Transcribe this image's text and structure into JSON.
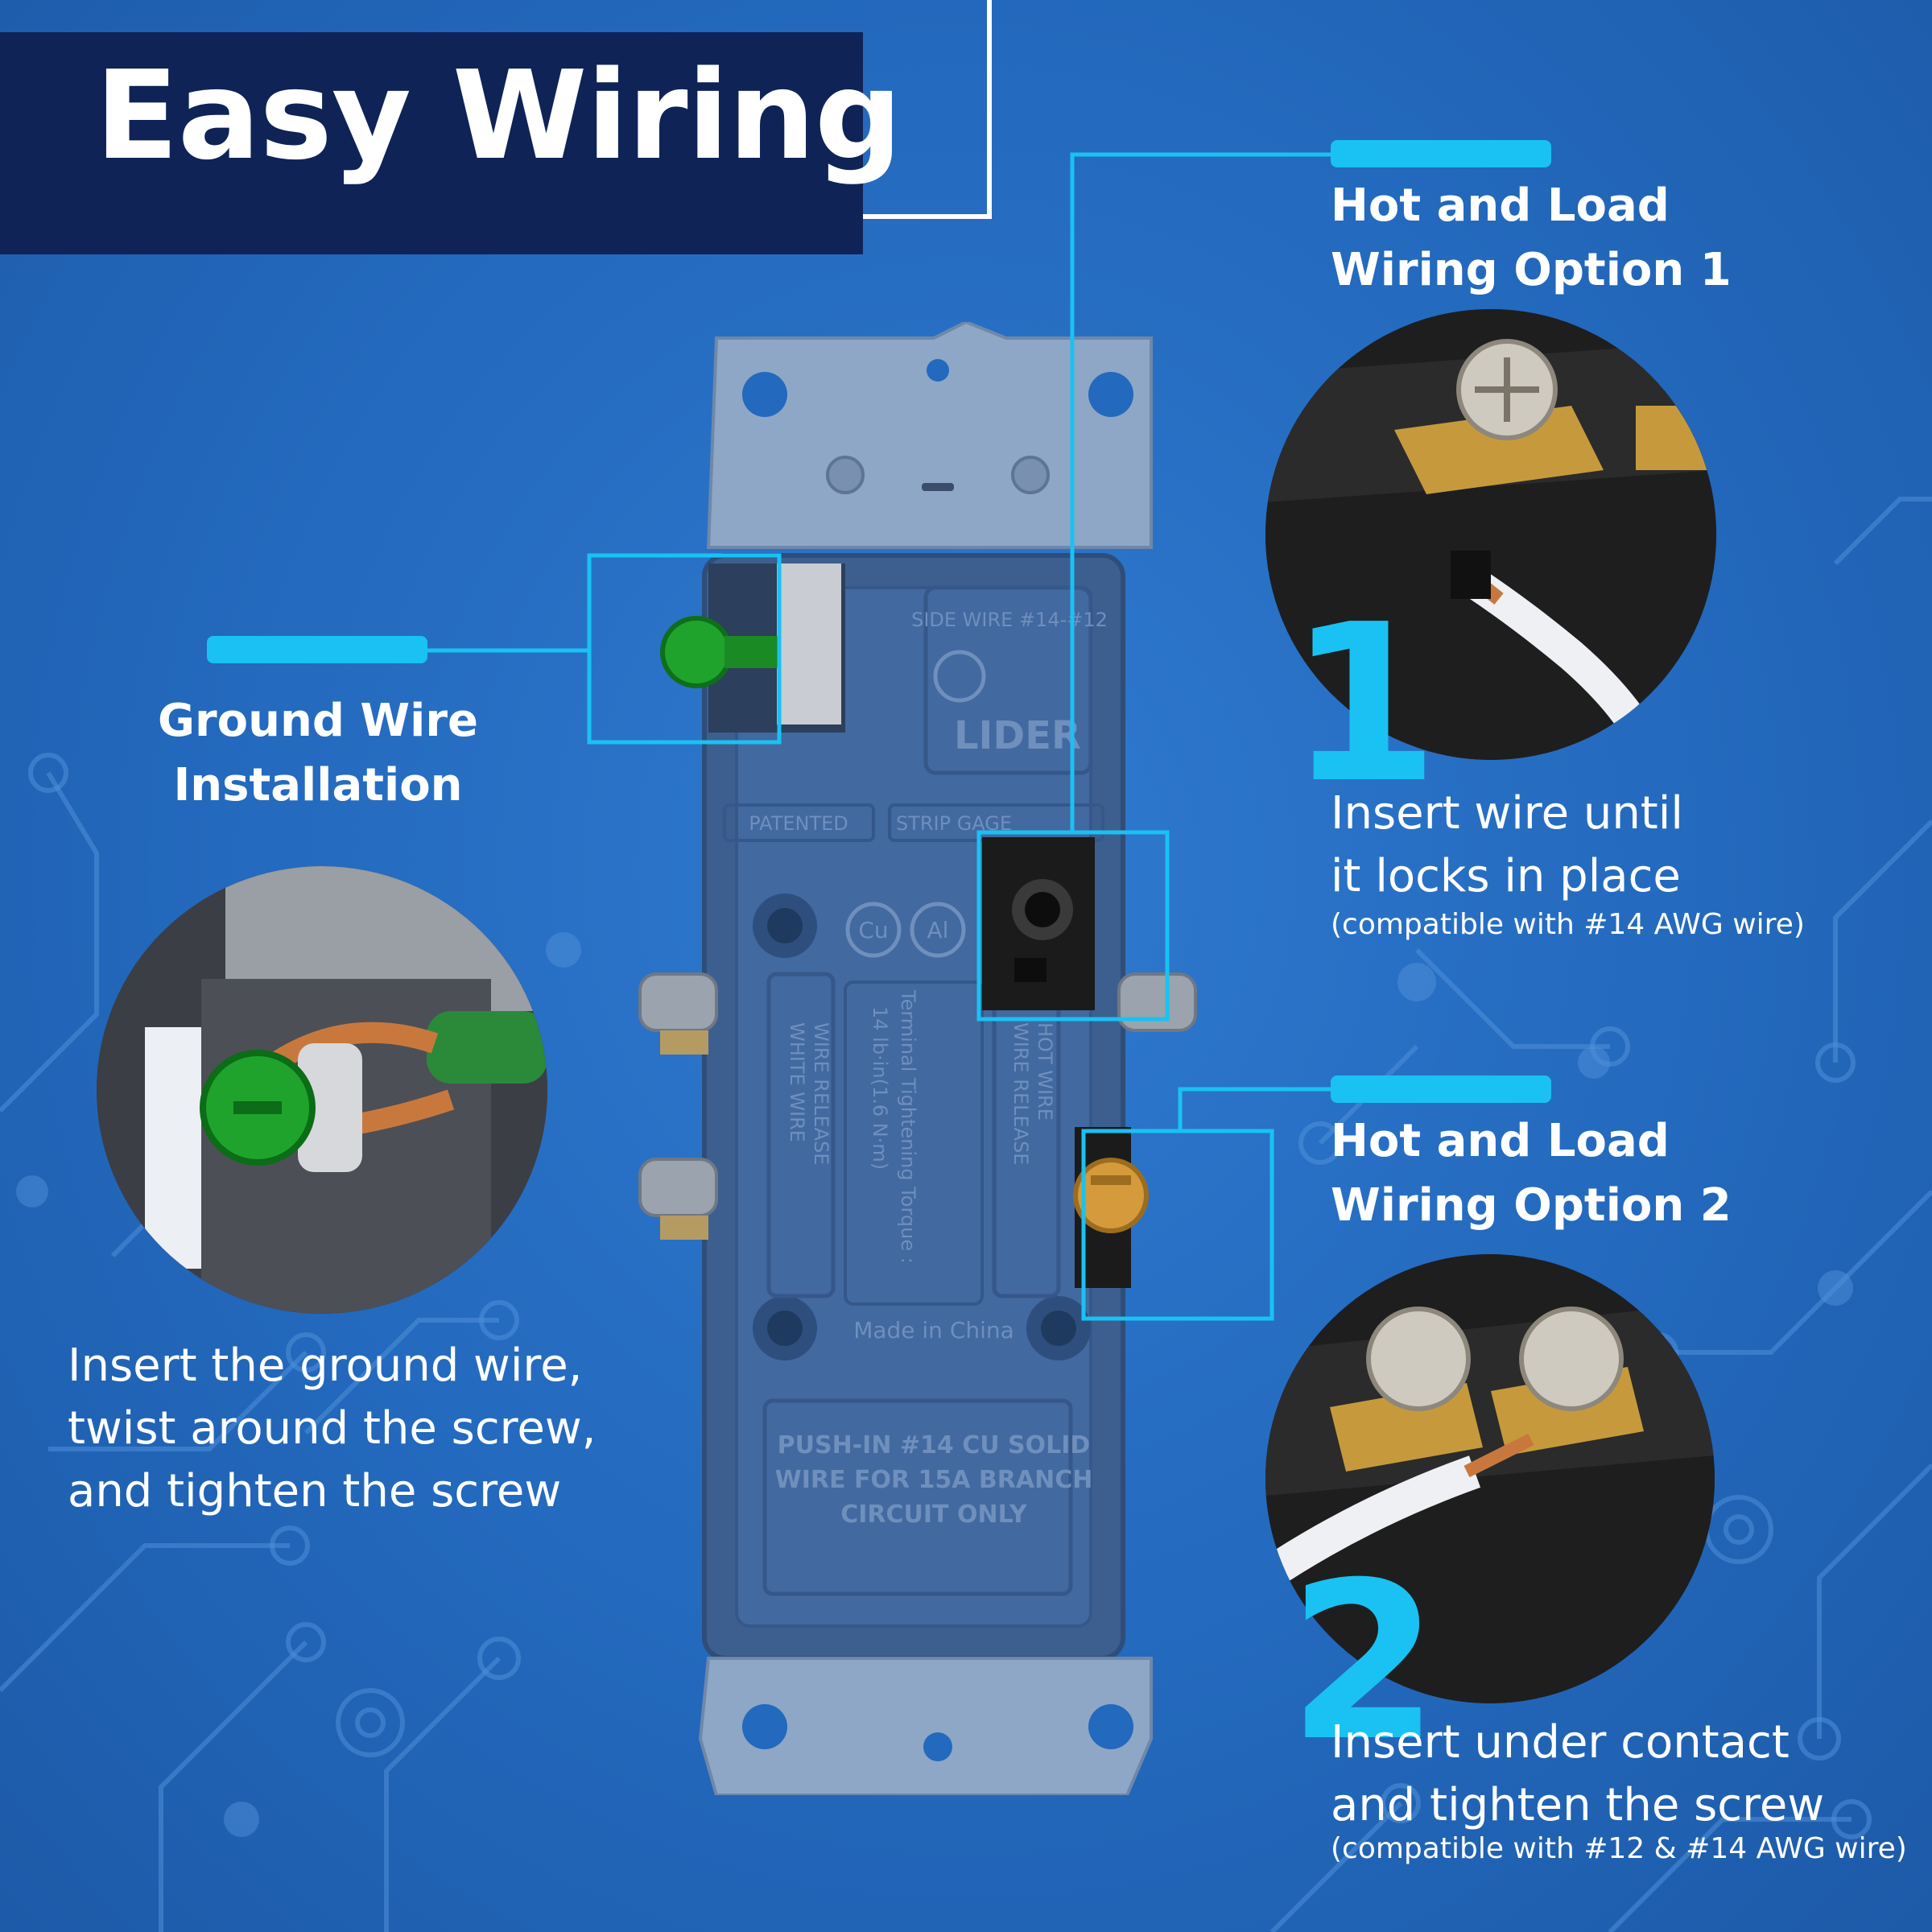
{
  "title": "Easy Wiring",
  "ground": {
    "heading_line1": "Ground Wire",
    "heading_line2": "Installation",
    "text_line1": "Insert the ground wire,",
    "text_line2": "twist around the screw,",
    "text_line3": "and tighten the screw"
  },
  "option1": {
    "heading_line1": "Hot and Load",
    "heading_line2": "Wiring Option 1",
    "number": "1",
    "text_line1": "Insert wire until",
    "text_line2": "it locks in place",
    "note": "(compatible with #14 AWG wire)"
  },
  "option2": {
    "heading_line1": "Hot and Load",
    "heading_line2": "Wiring Option 2",
    "number": "2",
    "text_line1": "Insert under contact",
    "text_line2": "and tighten the screw",
    "note": "(compatible with #12 & #14 AWG wire)"
  },
  "device": {
    "side_wire": "SIDE WIRE #14-#12",
    "brand": "LIDER",
    "patented": "PATENTED",
    "strip_gage": "STRIP GAGE",
    "cu": "Cu",
    "al": "Al",
    "torque_line1": "Terminal Tightening Torque :",
    "torque_line2": "14 lb·in(1.6 N·m)",
    "left_release_line1": "WIRE RELEASE",
    "left_release_line2": "WHITE WIRE",
    "right_release_line1": "HOT WIRE",
    "right_release_line2": "WIRE RELEASE",
    "made_in": "Made in China",
    "pushin_line1": "PUSH-IN #14 CU SOLID",
    "pushin_line2": "WIRE FOR 15A BRANCH",
    "pushin_line3": "CIRCUIT ONLY"
  },
  "colors": {
    "background": "#2369bd",
    "title_box": "#0f2357",
    "accent": "#19c2f3",
    "ground_screw": "#1fa32c"
  }
}
